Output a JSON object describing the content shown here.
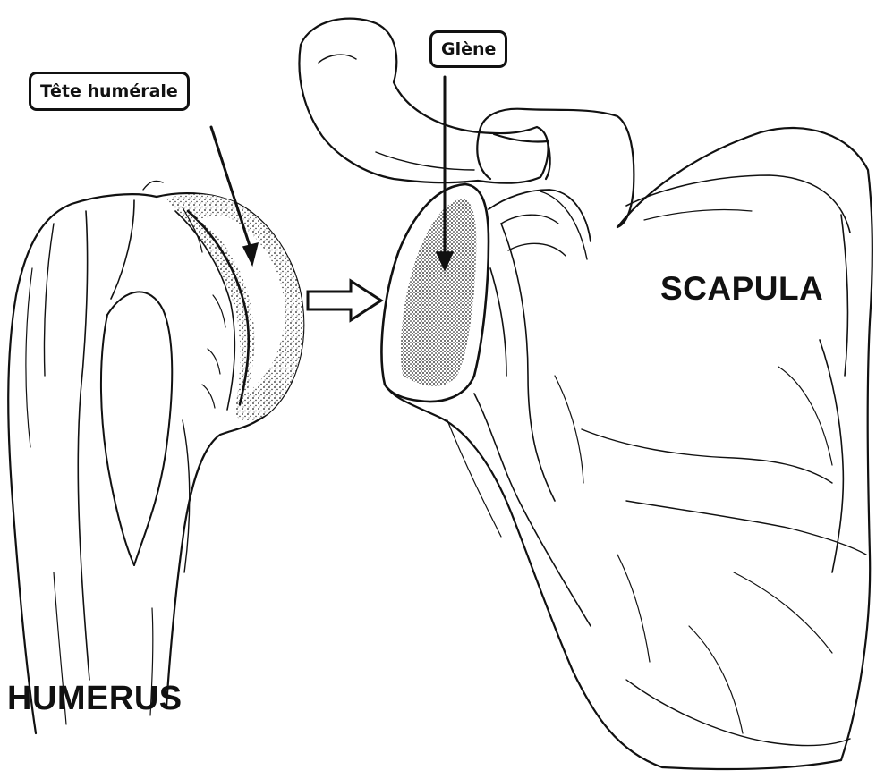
{
  "labels": {
    "tete_humerale": "Tête humérale",
    "glene": "Glène",
    "scapula": "SCAPULA",
    "humerus": "HUMERUS"
  },
  "icons": {
    "direction_arrow": "hollow-right-arrow-icon"
  }
}
